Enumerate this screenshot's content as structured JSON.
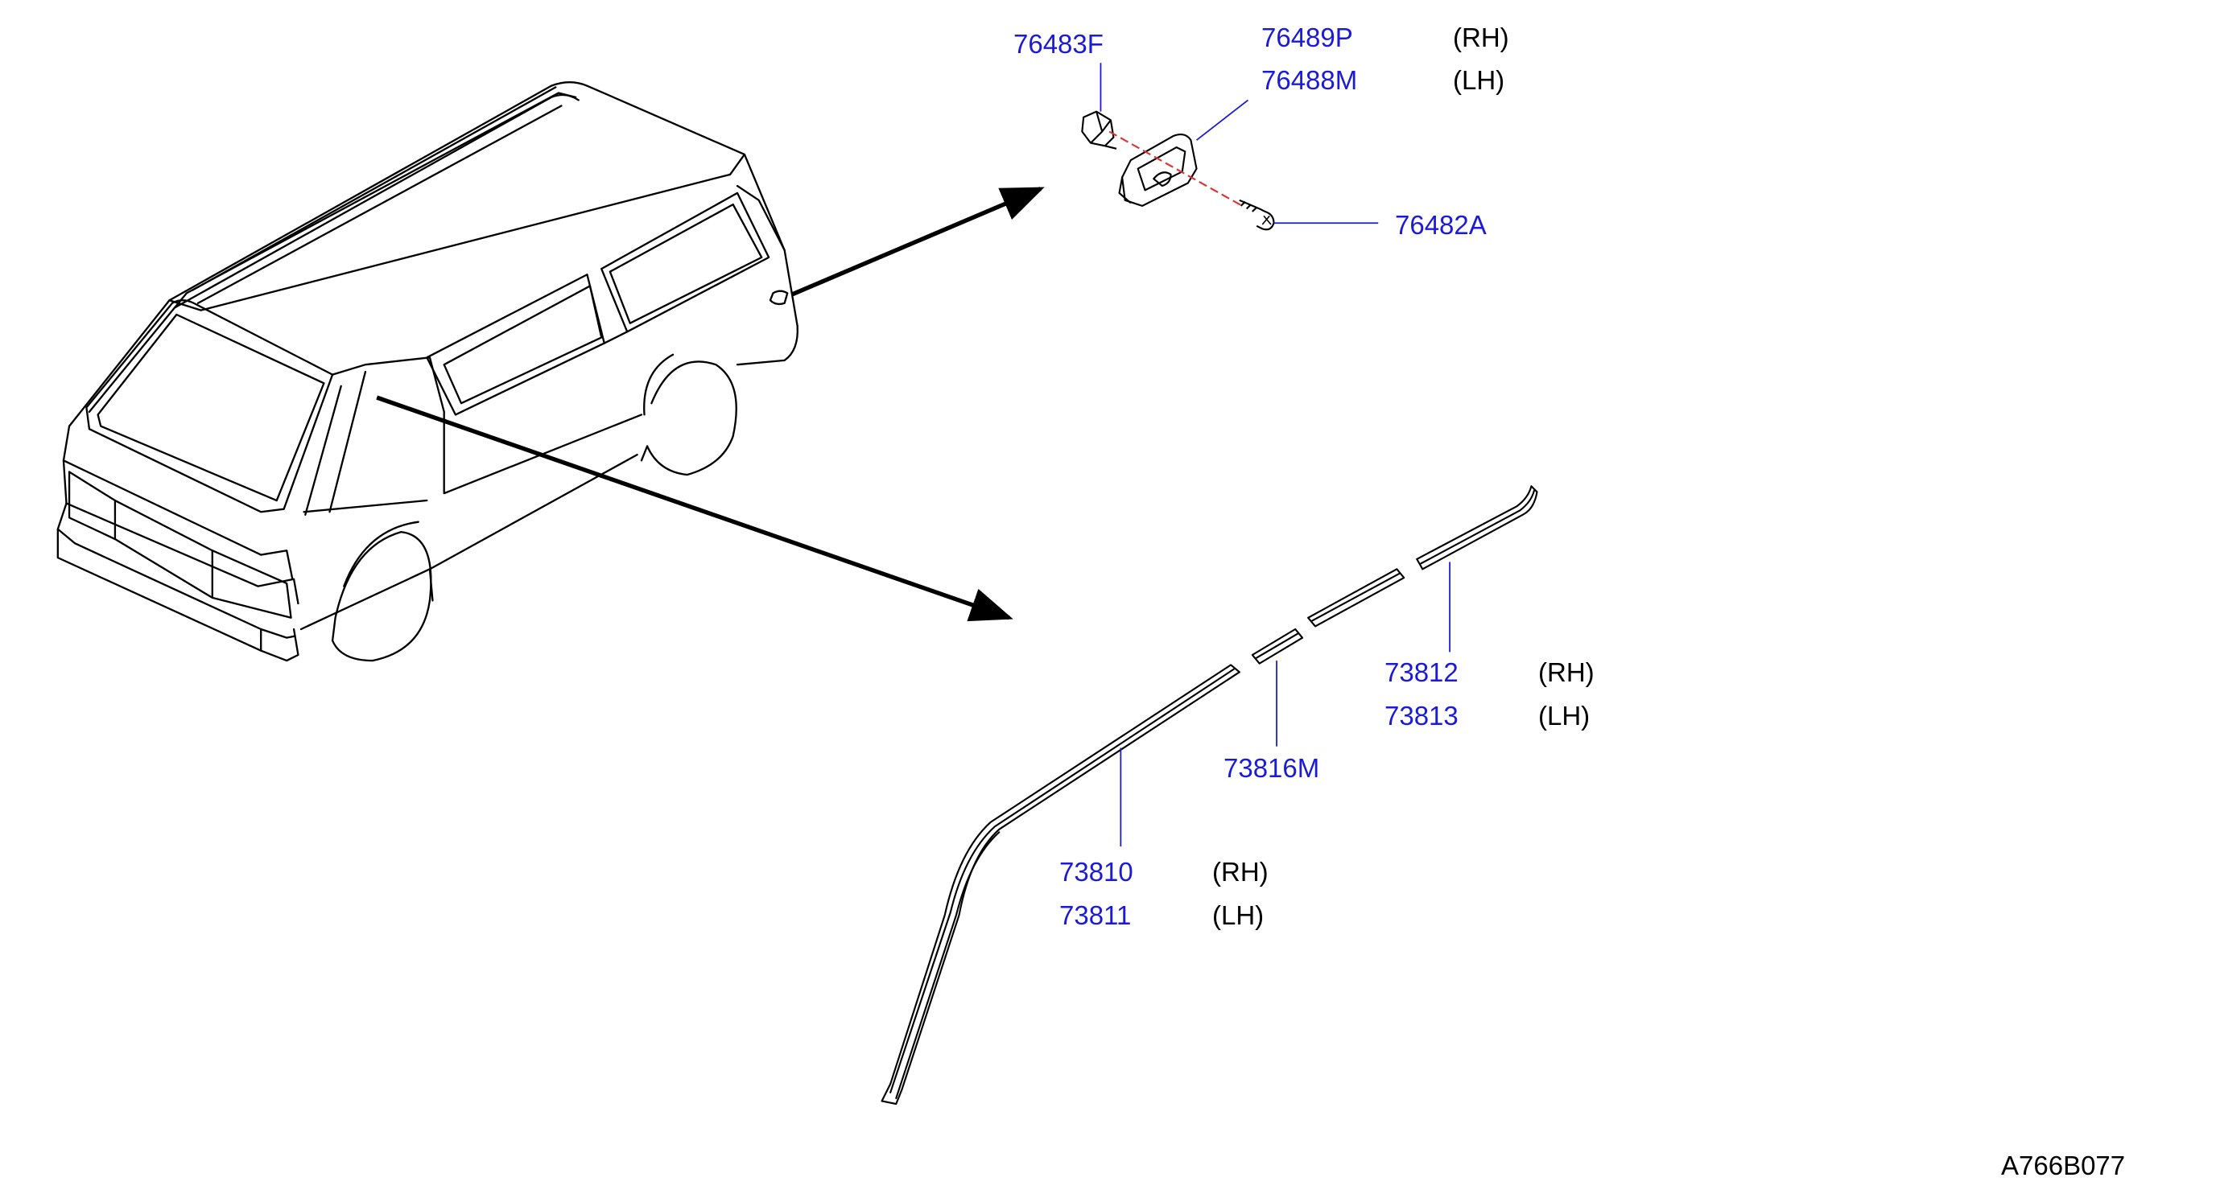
{
  "colors": {
    "part_number": "#1a1ad8",
    "text": "#000000",
    "leader_line": "#1a1ad8",
    "drawing": "#000000",
    "center_line": "#e03030"
  },
  "parts": {
    "clip": {
      "number": "76483F"
    },
    "bracket_rh": {
      "number": "76489P",
      "side": "(RH)"
    },
    "bracket_lh": {
      "number": "76488M",
      "side": "(LH)"
    },
    "screw": {
      "number": "76482A"
    },
    "rear_molding_rh": {
      "number": "73812",
      "side": "(RH)"
    },
    "rear_molding_lh": {
      "number": "73813",
      "side": "(LH)"
    },
    "joint_molding": {
      "number": "73816M"
    },
    "front_molding_rh": {
      "number": "73810",
      "side": "(RH)"
    },
    "front_molding_lh": {
      "number": "73811",
      "side": "(LH)"
    }
  },
  "diagram_code": "A766B077"
}
